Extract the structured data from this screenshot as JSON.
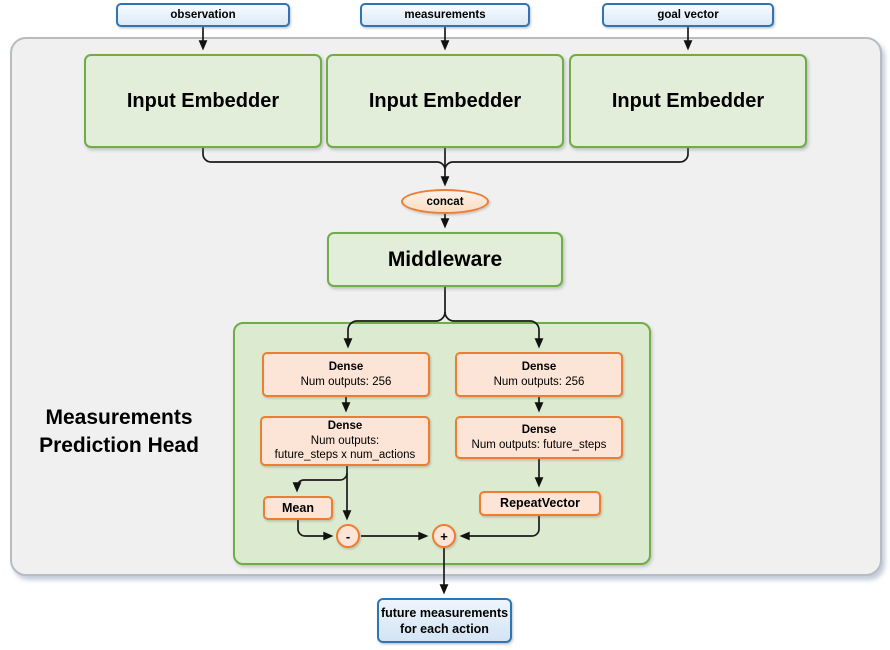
{
  "colors": {
    "green_border": "#70ad47",
    "green_box_fill": "#e3eeda",
    "head_panel_fill": "#dcebcf",
    "orange_border": "#ed7d31",
    "orange_fill": "#fce5d6",
    "blue_border": "#2e75b6",
    "blue_fill": "#dbe9f7",
    "outer_panel_fill": "#f0f0f1",
    "outer_panel_border": "#b6bcc2",
    "wire_color": "#1a1a1a"
  },
  "inputs": [
    {
      "label": "observation"
    },
    {
      "label": "measurements"
    },
    {
      "label": "goal vector"
    }
  ],
  "embedders": [
    {
      "label": "Input Embedder"
    },
    {
      "label": "Input Embedder"
    },
    {
      "label": "Input Embedder"
    }
  ],
  "concat_label": "concat",
  "middleware_label": "Middleware",
  "head": {
    "title_line1": "Measurements",
    "title_line2": "Prediction Head",
    "left": {
      "dense1_title": "Dense",
      "dense1_sub": "Num outputs: 256",
      "dense2_title": "Dense",
      "dense2_sub1": "Num outputs:",
      "dense2_sub2": "future_steps x num_actions",
      "mean_label": "Mean",
      "minus_label": "-"
    },
    "right": {
      "dense1_title": "Dense",
      "dense1_sub": "Num outputs: 256",
      "dense2_title": "Dense",
      "dense2_sub": "Num outputs: future_steps",
      "repeat_label": "RepeatVector",
      "plus_label": "+"
    }
  },
  "output": {
    "line1": "future measurements",
    "line2": "for each action"
  }
}
